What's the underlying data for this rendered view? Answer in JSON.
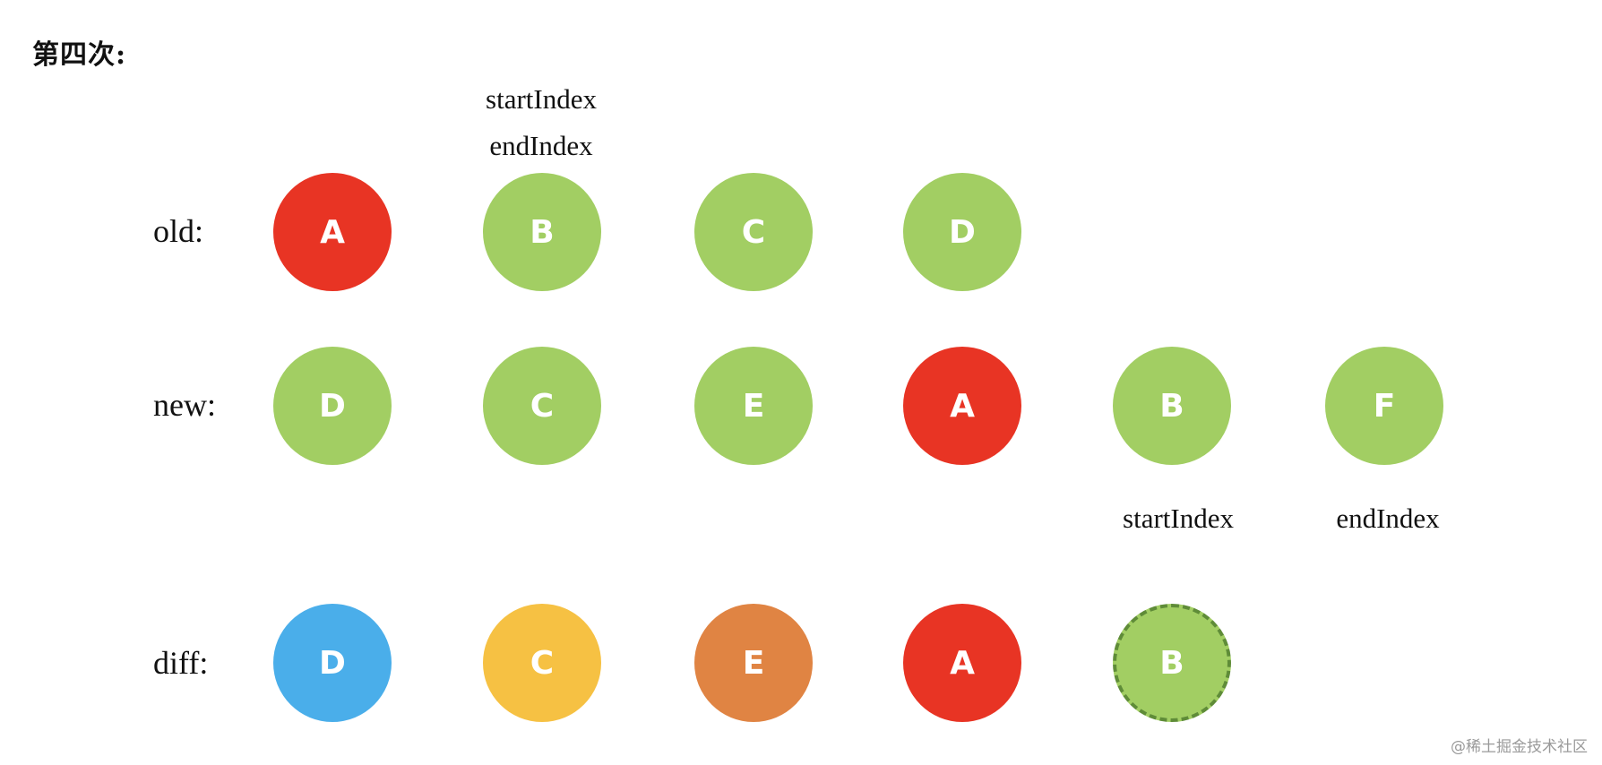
{
  "title": "第四次:",
  "watermark": "@稀土掘金技术社区",
  "colors": {
    "green": "#a2ce63",
    "red": "#e83424",
    "blue": "#4aaeea",
    "yellow": "#f6c143",
    "orange": "#e08443",
    "dashed_border": "#5f8c38"
  },
  "old": {
    "label": "old:",
    "nodes": [
      {
        "text": "A",
        "color": "red"
      },
      {
        "text": "B",
        "color": "green"
      },
      {
        "text": "C",
        "color": "green"
      },
      {
        "text": "D",
        "color": "green"
      }
    ],
    "pointers": {
      "start": "startIndex",
      "end": "endIndex"
    }
  },
  "new": {
    "label": "new:",
    "nodes": [
      {
        "text": "D",
        "color": "green"
      },
      {
        "text": "C",
        "color": "green"
      },
      {
        "text": "E",
        "color": "green"
      },
      {
        "text": "A",
        "color": "red"
      },
      {
        "text": "B",
        "color": "green"
      },
      {
        "text": "F",
        "color": "green"
      }
    ],
    "pointers": {
      "start": "startIndex",
      "end": "endIndex"
    }
  },
  "diff": {
    "label": "diff:",
    "nodes": [
      {
        "text": "D",
        "color": "blue"
      },
      {
        "text": "C",
        "color": "yellow"
      },
      {
        "text": "E",
        "color": "orange"
      },
      {
        "text": "A",
        "color": "red"
      },
      {
        "text": "B",
        "color": "green",
        "dashed": true
      }
    ]
  }
}
